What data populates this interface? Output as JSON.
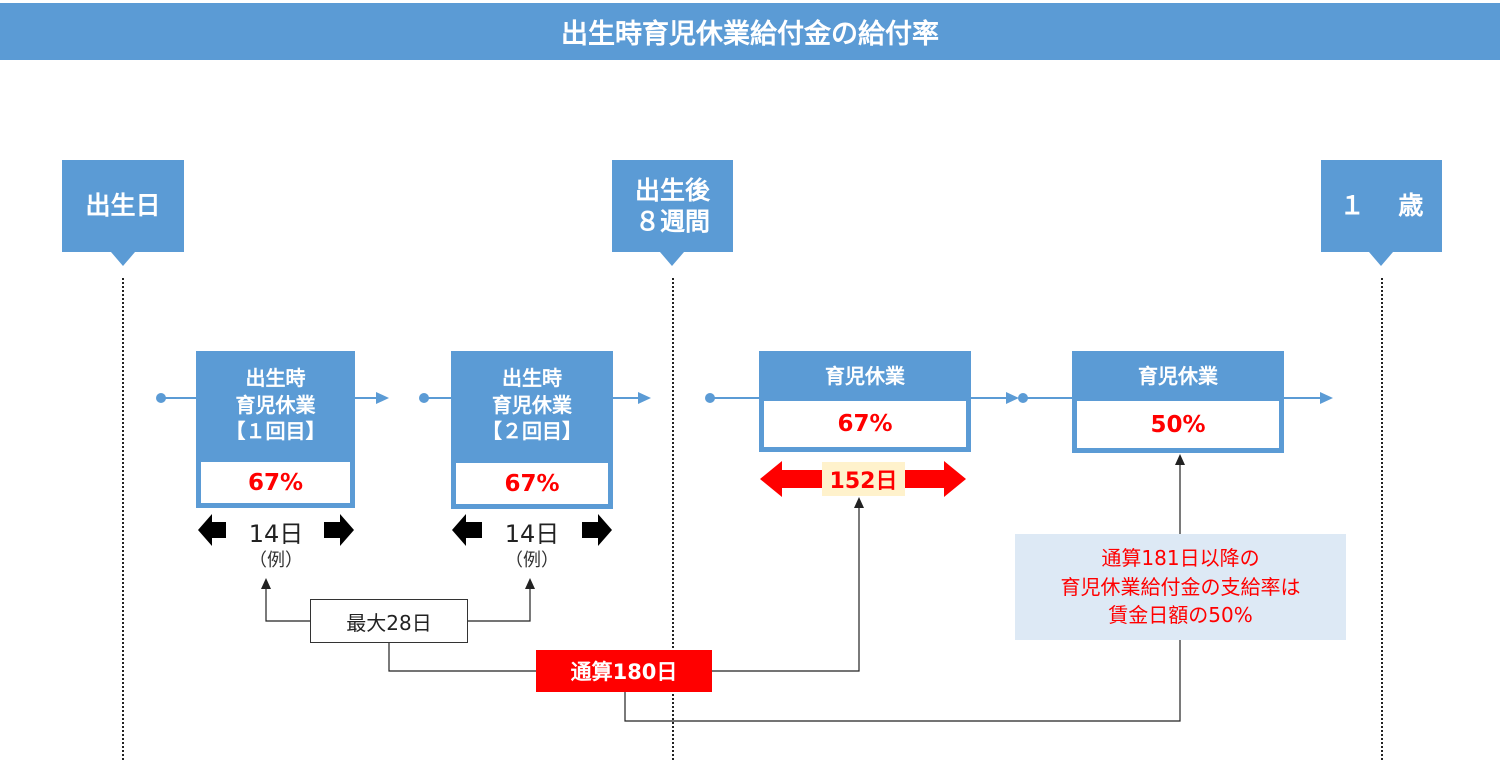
{
  "title": "出生時育児休業給付金の給付率",
  "markers": {
    "birth": "出生日",
    "week8": [
      "出生後",
      "８週間"
    ],
    "age1": "１　 歳"
  },
  "leaves": [
    {
      "head": [
        "出生時",
        "育児休業",
        "【１回目】"
      ],
      "rate": "67%"
    },
    {
      "head": [
        "出生時",
        "育児休業",
        "【２回目】"
      ],
      "rate": "67%"
    },
    {
      "head": [
        "育児休業"
      ],
      "rate": "67%"
    },
    {
      "head": [
        "育児休業"
      ],
      "rate": "50%"
    }
  ],
  "durations": [
    {
      "days": "14日",
      "note": "（例）"
    },
    {
      "days": "14日",
      "note": "（例）"
    }
  ],
  "max_label": "最大28日",
  "total_label": "通算180日",
  "days_152": "152日",
  "note_lines": [
    "通算181日以降の",
    "育児休業給付金の支給率は",
    "賃金日額の50%"
  ],
  "colors": {
    "accent_blue": "#5b9bd5",
    "red": "#ff0000",
    "note_bg": "#dde9f5",
    "label_bg": "#fff2cc"
  }
}
